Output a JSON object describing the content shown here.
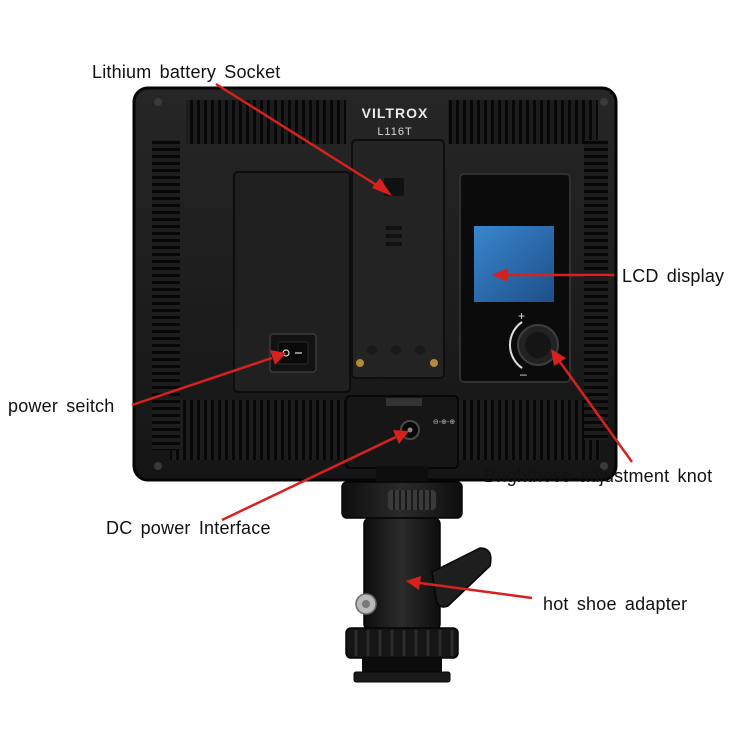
{
  "product": {
    "brand": "VILTROX",
    "model": "L116T"
  },
  "callouts": {
    "battery_socket": "Lithium battery Socket",
    "lcd_display": "LCD display",
    "power_switch": "power seitch",
    "brightness_knob": "Brightness adjustment knot",
    "dc_power": "DC power Interface",
    "hot_shoe": "hot shoe adapter"
  },
  "colors": {
    "arrow": "#d6211f",
    "panel_body": "#1c1c1c",
    "panel_edge": "#0a0a0a",
    "lcd_screen": "#2b6fb1",
    "label_text": "#111111"
  }
}
